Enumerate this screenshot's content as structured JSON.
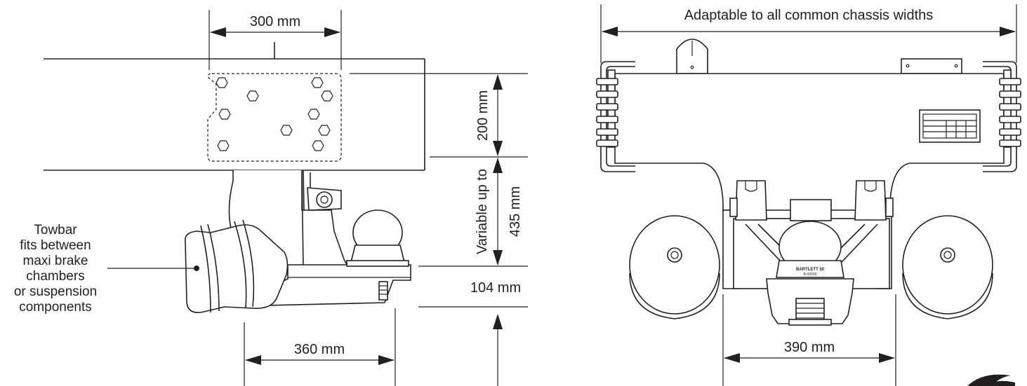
{
  "dimensions": {
    "plate_width": "300 mm",
    "plate_height": "200 mm",
    "drop_line1": "Variable up to",
    "drop_line2": "435 mm",
    "ball_height": "104 mm",
    "length": "360 mm",
    "chassis": "Adaptable to all common chassis widths",
    "frame_width": "390 mm"
  },
  "callout": {
    "lines": [
      "Towbar",
      "fits between",
      "maxi brake",
      "chambers",
      "or suspension",
      "components"
    ]
  },
  "ball_marking": {
    "line1": "BARTLETT 50",
    "line2": "B-00000"
  },
  "colors": {
    "ink": "#231f20",
    "background": "#ffffff"
  }
}
